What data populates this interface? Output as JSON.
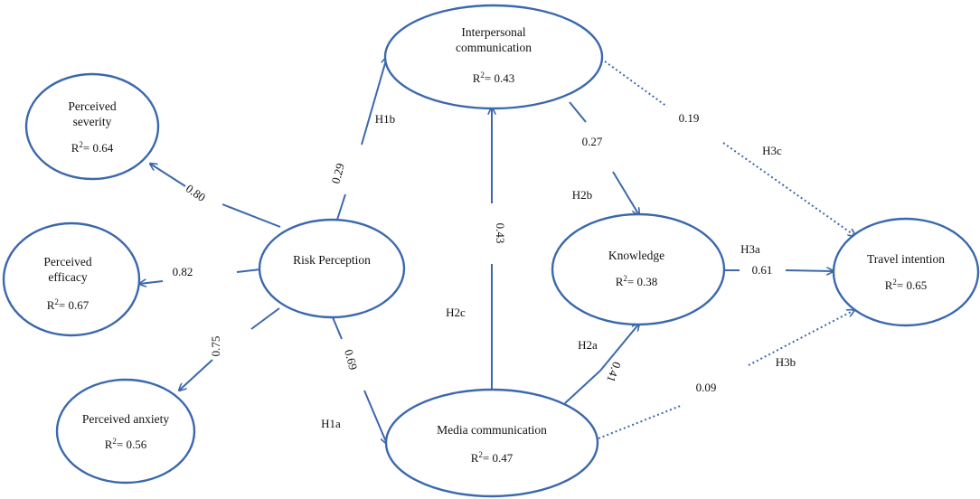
{
  "nodes": {
    "interpersonal": {
      "line1": "Interpersonal",
      "line2": "communication",
      "r2_prefix": "R",
      "r2_sup": "2",
      "r2_value": "= 0.43"
    },
    "severity": {
      "line1": "Perceived",
      "line2": "severity",
      "r2_prefix": "R",
      "r2_sup": "2",
      "r2_value": "= 0.64"
    },
    "efficacy": {
      "line1": "Perceived",
      "line2": "efficacy",
      "r2_prefix": "R",
      "r2_sup": "2",
      "r2_value": "= 0.67"
    },
    "anxiety": {
      "line1": "Perceived anxiety",
      "r2_prefix": "R",
      "r2_sup": "2",
      "r2_value": "= 0.56"
    },
    "risk": {
      "line1": "Risk Perception"
    },
    "media": {
      "line1": "Media communication",
      "r2_prefix": "R",
      "r2_sup": "2",
      "r2_value": "= 0.47"
    },
    "knowledge": {
      "line1": "Knowledge",
      "r2_prefix": "R",
      "r2_sup": "2",
      "r2_value": "= 0.38"
    },
    "travel": {
      "line1": "Travel intention",
      "r2_prefix": "R",
      "r2_sup": "2",
      "r2_value": "= 0.65"
    }
  },
  "coefficients": {
    "risk_severity": "0.80",
    "risk_efficacy": "0.82",
    "risk_anxiety": "0.75",
    "risk_interpersonal": "0.29",
    "risk_media": "0.69",
    "media_interpersonal": "0.43",
    "interpersonal_knowledge": "0.27",
    "interpersonal_travel": "0.19",
    "media_knowledge": "0.41",
    "knowledge_travel": "0.61",
    "media_travel": "0.09"
  },
  "hypotheses": {
    "h1a": "H1a",
    "h1b": "H1b",
    "h2a": "H2a",
    "h2b": "H2b",
    "h2c": "H2c",
    "h3a": "H3a",
    "h3b": "H3b",
    "h3c": "H3c"
  }
}
